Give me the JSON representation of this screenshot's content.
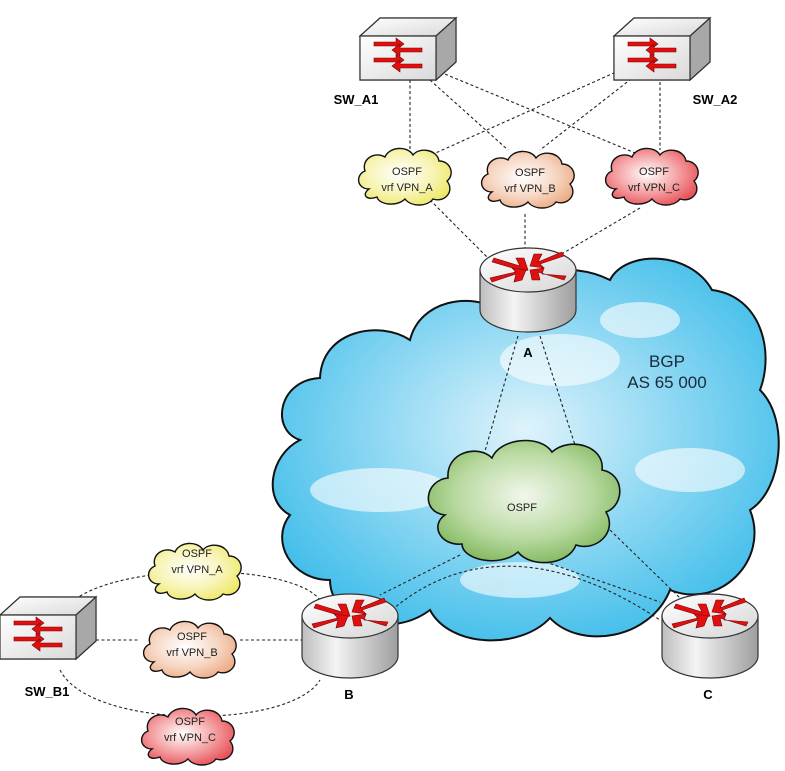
{
  "bgp_cloud": {
    "line1": "BGP",
    "line2": "AS 65 000"
  },
  "ospf_core": {
    "label": "OSPF"
  },
  "routers": {
    "a": {
      "label": "A"
    },
    "b": {
      "label": "B"
    },
    "c": {
      "label": "C"
    }
  },
  "switches": {
    "sw_a1": {
      "label": "SW_A1"
    },
    "sw_a2": {
      "label": "SW_A2"
    },
    "sw_b1": {
      "label": "SW_B1"
    }
  },
  "vrf_clouds": {
    "top_a": {
      "line1": "OSPF",
      "line2": "vrf VPN_A"
    },
    "top_b": {
      "line1": "OSPF",
      "line2": "vrf VPN_B"
    },
    "top_c": {
      "line1": "OSPF",
      "line2": "vrf VPN_C"
    },
    "bottom_a": {
      "line1": "OSPF",
      "line2": "vrf VPN_A"
    },
    "bottom_b": {
      "line1": "OSPF",
      "line2": "vrf VPN_B"
    },
    "bottom_c": {
      "line1": "OSPF",
      "line2": "vrf VPN_C"
    }
  },
  "colors": {
    "bgp_cloud": "#3cc0ea",
    "ospf_core": "#8cc06a",
    "vpn_a": "#f2ef84",
    "vpn_b": "#f0bb9a",
    "vpn_c": "#ee6c70",
    "arrow": "#e01010"
  }
}
